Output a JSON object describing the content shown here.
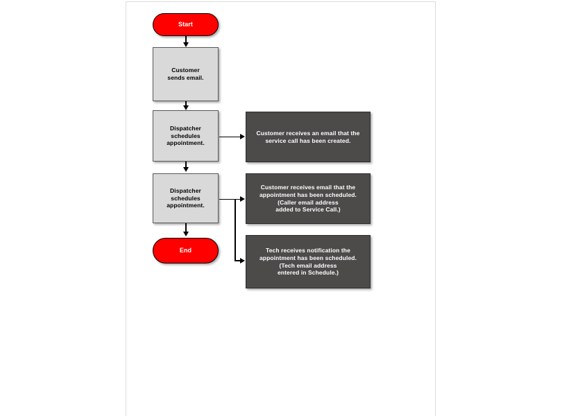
{
  "diagram": {
    "type": "flowchart",
    "orientation": "vertical",
    "canvas": {
      "background_color": "#ffffff",
      "border_color": "#dcdcdc"
    },
    "colors": {
      "terminator_fill": "#fe0000",
      "terminator_text": "#ffffff",
      "process_fill": "#d9d9d9",
      "process_text": "#000000",
      "process_border": "#585858",
      "note_fill": "#4d4a4a",
      "note_text": "#ffffff",
      "connector": "#000000"
    },
    "nodes": [
      {
        "id": "start",
        "shape": "terminator",
        "label": "Start"
      },
      {
        "id": "customer-sends-email",
        "shape": "process",
        "label": "Customer\nsends email."
      },
      {
        "id": "dispatcher-creates-call",
        "shape": "process",
        "label": "Dispatcher\nschedules\nappointment."
      },
      {
        "id": "dispatcher-schedules-appointment",
        "shape": "process",
        "label": "Dispatcher\nschedules\nappointment."
      },
      {
        "id": "end",
        "shape": "terminator",
        "label": "End"
      },
      {
        "id": "note-service-call-created",
        "shape": "note",
        "label": "Customer receives an email that the\nservice call has been created."
      },
      {
        "id": "note-appointment-scheduled-customer",
        "shape": "note",
        "label": "Customer receives email that the\nappointment has been scheduled.\n(Caller email address\nadded to Service Call.)"
      },
      {
        "id": "note-appointment-scheduled-tech",
        "shape": "note",
        "label": "Tech receives notification the\nappointment has been scheduled.\n(Tech email address\nentered in Schedule.)"
      }
    ],
    "edges": [
      {
        "id": "edge-start-to-customer",
        "from": "start",
        "to": "customer-sends-email",
        "direction": "down"
      },
      {
        "id": "edge-customer-to-dispatcher1",
        "from": "customer-sends-email",
        "to": "dispatcher-creates-call",
        "direction": "down"
      },
      {
        "id": "edge-dispatcher1-to-dispatcher2",
        "from": "dispatcher-creates-call",
        "to": "dispatcher-schedules-appointment",
        "direction": "down"
      },
      {
        "id": "edge-dispatcher2-to-end",
        "from": "dispatcher-schedules-appointment",
        "to": "end",
        "direction": "down"
      },
      {
        "id": "edge-dispatcher1-to-note1",
        "from": "dispatcher-creates-call",
        "to": "note-service-call-created",
        "direction": "right"
      },
      {
        "id": "edge-dispatcher2-to-note2",
        "from": "dispatcher-schedules-appointment",
        "to": "note-appointment-scheduled-customer",
        "direction": "right"
      },
      {
        "id": "edge-dispatcher2-to-note3",
        "from": "dispatcher-schedules-appointment",
        "to": "note-appointment-scheduled-tech",
        "direction": "right-down"
      }
    ]
  }
}
